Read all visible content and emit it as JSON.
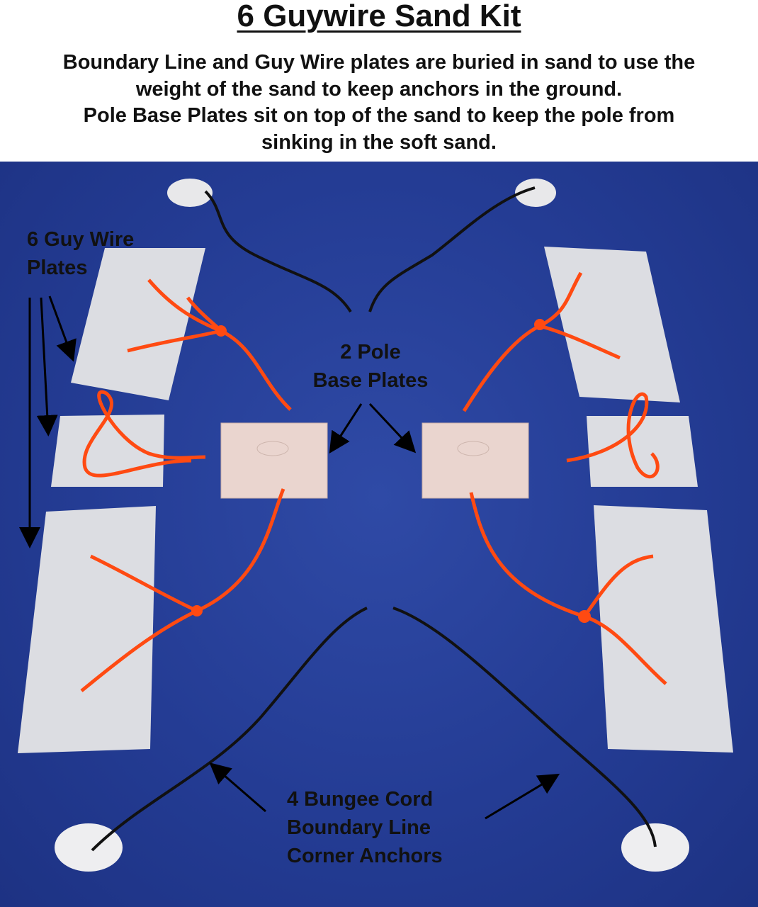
{
  "header": {
    "title": "6 Guywire Sand Kit",
    "description_lines": [
      "Boundary Line and Guy Wire plates are buried in sand to use the",
      "weight of the sand to keep anchors in the ground.",
      "Pole Base Plates sit on top of the sand to keep the pole from",
      "sinking in the soft sand."
    ]
  },
  "labels": {
    "guy_wire_plates": [
      "6 Guy Wire",
      "Plates"
    ],
    "pole_base_plates": [
      "2 Pole",
      "Base Plates"
    ],
    "corner_anchors": [
      "4 Bungee Cord",
      "Boundary Line",
      "Corner Anchors"
    ]
  },
  "colors": {
    "background_blue": "#243c94",
    "plate_white": "#dcdde2",
    "base_plate": "#ead5cf",
    "cord_orange": "#ff4a12",
    "bungee_black": "#111111"
  }
}
